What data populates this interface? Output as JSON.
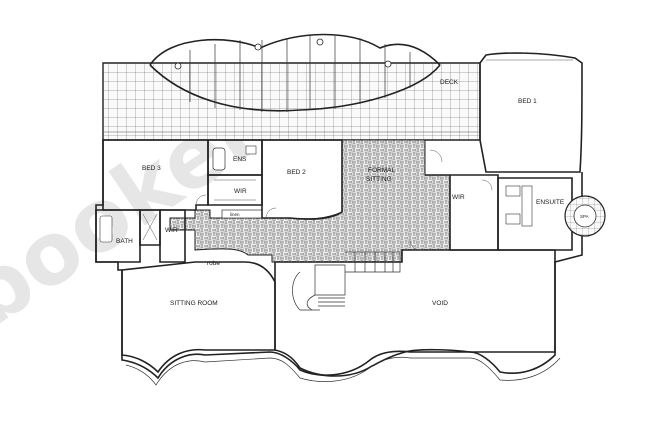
{
  "watermark": "booker",
  "rooms": {
    "deck": "DECK",
    "bed1": "BED 1",
    "bed2": "BED 2",
    "bed3": "BED 3",
    "ens": "ENS",
    "wir_bed2": "WIR",
    "wir_bath": "WIR",
    "wir_bed1": "WIR",
    "linen": "linen",
    "bath": "BATH",
    "formal_line1": "FORMAL",
    "formal_line2": "SITTING",
    "ensuite": "ENSUITE",
    "spa": "SPA",
    "robe": "robe",
    "sitting_room": "SITTING ROOM",
    "void": "VOID"
  }
}
